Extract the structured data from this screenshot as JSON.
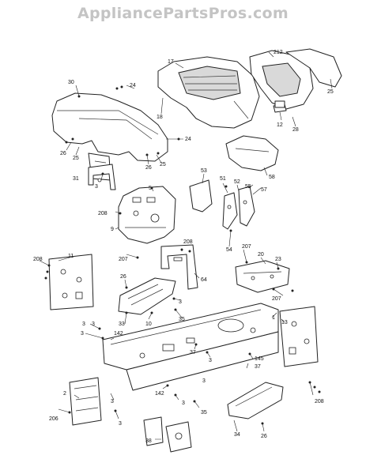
{
  "watermark": "AppliancePartsPros.com",
  "callouts": [
    {
      "id": "c30",
      "text": "30"
    },
    {
      "id": "c24a",
      "text": "24"
    },
    {
      "id": "c17",
      "text": "17"
    },
    {
      "id": "c212",
      "text": "212"
    },
    {
      "id": "c25a",
      "text": "25"
    },
    {
      "id": "c18",
      "text": "18"
    },
    {
      "id": "c12",
      "text": "12"
    },
    {
      "id": "c28",
      "text": "28"
    },
    {
      "id": "c24b",
      "text": "24"
    },
    {
      "id": "c26a",
      "text": "26"
    },
    {
      "id": "c25b",
      "text": "25"
    },
    {
      "id": "c26b",
      "text": "26"
    },
    {
      "id": "c25c",
      "text": "25"
    },
    {
      "id": "c58",
      "text": "58"
    },
    {
      "id": "c31",
      "text": "31"
    },
    {
      "id": "c3a",
      "text": "3"
    },
    {
      "id": "c53",
      "text": "53"
    },
    {
      "id": "c51",
      "text": "51"
    },
    {
      "id": "c52",
      "text": "52"
    },
    {
      "id": "c55",
      "text": "55"
    },
    {
      "id": "c57",
      "text": "57"
    },
    {
      "id": "c5",
      "text": "5"
    },
    {
      "id": "c208a",
      "text": "208"
    },
    {
      "id": "c9",
      "text": "9"
    },
    {
      "id": "c54",
      "text": "54"
    },
    {
      "id": "c208b",
      "text": "208"
    },
    {
      "id": "c207a",
      "text": "207"
    },
    {
      "id": "c64",
      "text": "64"
    },
    {
      "id": "c207b",
      "text": "207"
    },
    {
      "id": "c20",
      "text": "20"
    },
    {
      "id": "c23",
      "text": "23"
    },
    {
      "id": "c11",
      "text": "11"
    },
    {
      "id": "c208c",
      "text": "208"
    },
    {
      "id": "c26c",
      "text": "26"
    },
    {
      "id": "c207c",
      "text": "207"
    },
    {
      "id": "c3b",
      "text": "3"
    },
    {
      "id": "c33",
      "text": "33"
    },
    {
      "id": "c10",
      "text": "10"
    },
    {
      "id": "c35a",
      "text": "35"
    },
    {
      "id": "c1",
      "text": "1"
    },
    {
      "id": "c13",
      "text": "13"
    },
    {
      "id": "c3c",
      "text": "3"
    },
    {
      "id": "c3d",
      "text": "3"
    },
    {
      "id": "c142a",
      "text": "142"
    },
    {
      "id": "c3e",
      "text": "3"
    },
    {
      "id": "c37a",
      "text": "37"
    },
    {
      "id": "c3f",
      "text": "3"
    },
    {
      "id": "c145",
      "text": "145"
    },
    {
      "id": "c37b",
      "text": "37"
    },
    {
      "id": "c2",
      "text": "2"
    },
    {
      "id": "c3g",
      "text": "3"
    },
    {
      "id": "c142b",
      "text": "142"
    },
    {
      "id": "c3h",
      "text": "3"
    },
    {
      "id": "c35b",
      "text": "35"
    },
    {
      "id": "c3i",
      "text": "3"
    },
    {
      "id": "c206",
      "text": "206"
    },
    {
      "id": "c3j",
      "text": "3"
    },
    {
      "id": "c34",
      "text": "34"
    },
    {
      "id": "c26d",
      "text": "26"
    },
    {
      "id": "c208d",
      "text": "208"
    },
    {
      "id": "c38",
      "text": "38"
    }
  ]
}
